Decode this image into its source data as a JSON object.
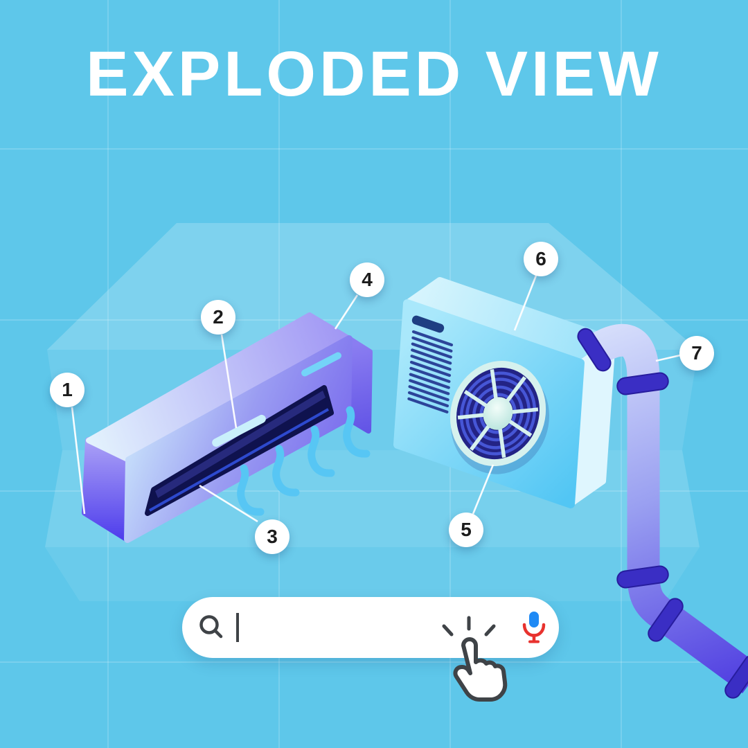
{
  "title": "EXPLODED VIEW",
  "callouts": [
    {
      "label": "1"
    },
    {
      "label": "2"
    },
    {
      "label": "3"
    },
    {
      "label": "4"
    },
    {
      "label": "5"
    },
    {
      "label": "6"
    },
    {
      "label": "7"
    }
  ],
  "search": {
    "value": "",
    "placeholder": ""
  },
  "icons": {
    "search_icon": "magnifier",
    "voice_icon": "microphone-blue-red",
    "caret_icon": "text-cursor",
    "pointer_icon": "tap-hand-cursor"
  },
  "colors": {
    "background": "#5ec7ea",
    "title_text": "#ffffff",
    "indoor_unit_purple": "#7d71ee",
    "indoor_unit_deep": "#4e3dec",
    "outdoor_unit_blue": "#6fd2f8",
    "vent_navy": "#0f124e",
    "fan_navy": "#232385",
    "fan_rim_mint": "#d6f1ee",
    "pipe_lavender": "#9aa0f1",
    "pipe_joint_indigo": "#3a2ec4",
    "airflow_blue": "#57c6f4",
    "callout_bg": "#ffffff",
    "callout_text": "#1c1c1c",
    "mic_blue": "#1f8af5",
    "mic_red": "#e8322e",
    "icon_gray": "#3f4347"
  }
}
